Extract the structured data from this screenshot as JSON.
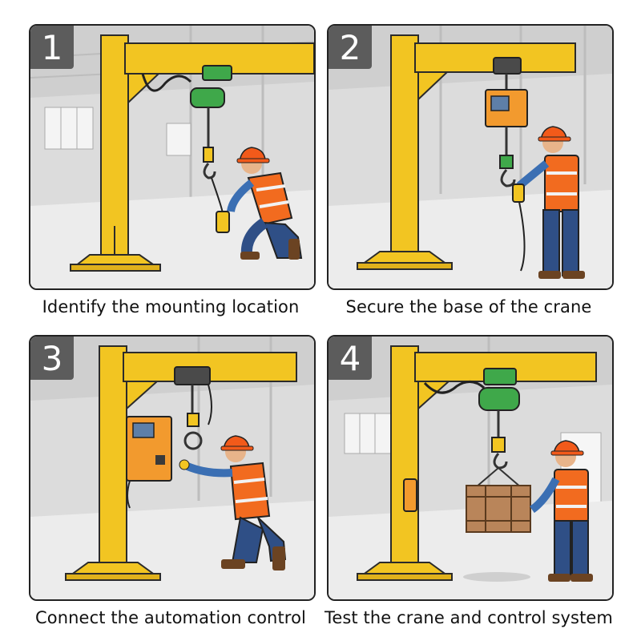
{
  "steps": [
    {
      "number": "1",
      "caption": "Identify the mounting location"
    },
    {
      "number": "2",
      "caption": "Secure the base of the crane"
    },
    {
      "number": "3",
      "caption": "Connect the automation control"
    },
    {
      "number": "4",
      "caption": "Test the crane and control system"
    }
  ],
  "colors": {
    "crane": "#f2c522",
    "crane_outline": "#2b2b2b",
    "hoist_green": "#3fa84a",
    "control_box_orange": "#f29a2e",
    "vest_orange": "#f26b1f",
    "hard_hat": "#f25a1a",
    "shirt_blue": "#3b6fb3",
    "pants_blue": "#2f4f86",
    "crate": "#b9855a",
    "warehouse_wall": "#d9d9d9",
    "floor": "#e8e8e8",
    "badge": "#5c5c5c"
  },
  "icons": [
    "jib-crane-icon",
    "electric-hoist-icon",
    "control-box-icon",
    "worker-icon",
    "wooden-crate-icon",
    "pendant-controller-icon"
  ]
}
